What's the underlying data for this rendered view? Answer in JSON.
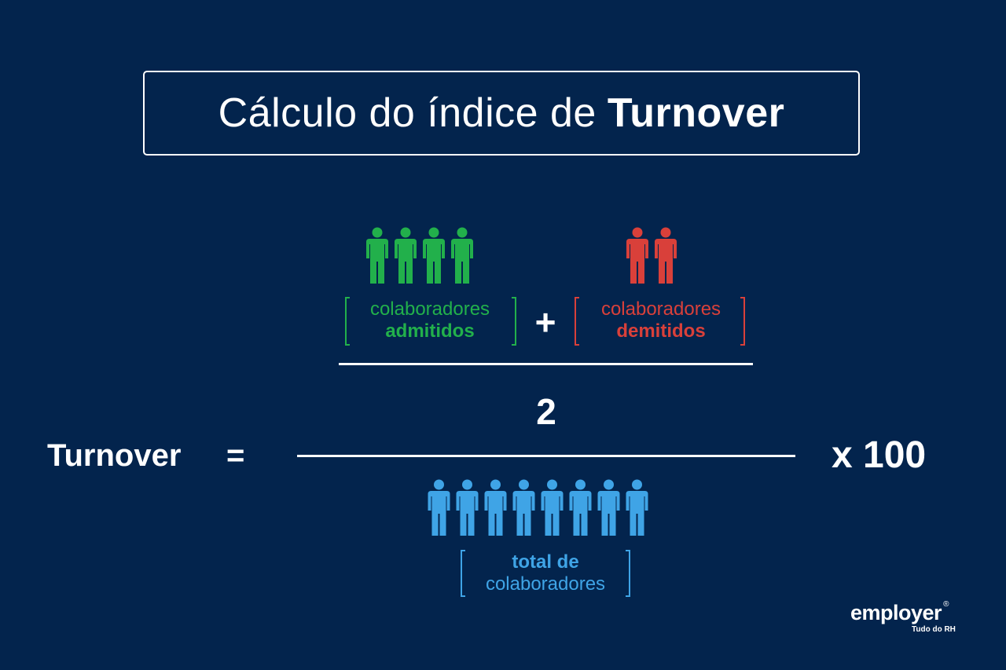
{
  "title": {
    "light": "Cálculo do índice de",
    "bold": "Turnover"
  },
  "colors": {
    "background": "#03244d",
    "admitted": "#22b04b",
    "dismissed": "#d9403a",
    "total": "#3fa4e6",
    "text": "#ffffff"
  },
  "admitted": {
    "line1": "colaboradores",
    "line2": "admitidos",
    "people": 4,
    "icon": "person-icon"
  },
  "dismissed": {
    "line1": "colaboradores",
    "line2": "demitidos",
    "people": 2,
    "icon": "person-icon"
  },
  "total": {
    "line1": "total de",
    "line2": "colaboradores",
    "people": 8,
    "icon": "person-icon"
  },
  "formula": {
    "plus": "+",
    "divisor": "2",
    "lhs": "Turnover",
    "equals": "=",
    "multiplier": "x 100"
  },
  "logo": {
    "name": "employer",
    "registered": "®",
    "tagline": "Tudo do RH"
  }
}
